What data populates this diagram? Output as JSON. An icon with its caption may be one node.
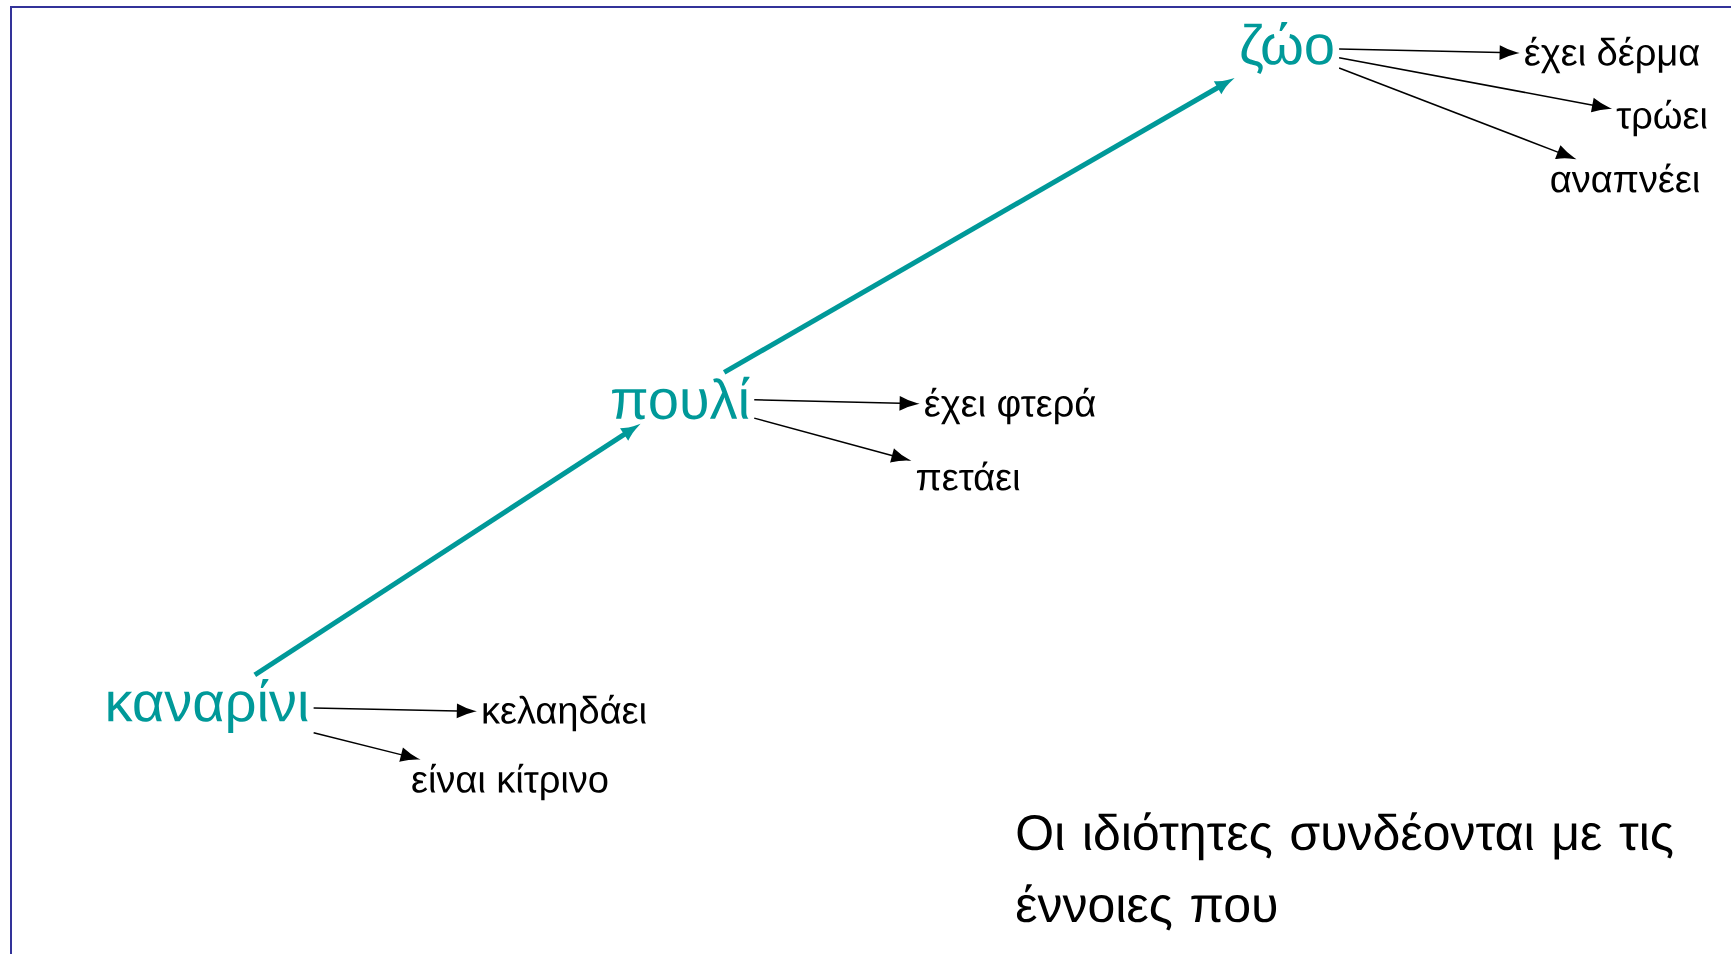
{
  "diagram": {
    "nodes": [
      {
        "text": [
          "ζώο"
        ]
      },
      {
        "text": [
          "έχει δέρμα"
        ]
      },
      {
        "text": [
          "τρώει"
        ]
      },
      {
        "text": [
          "αναπνέει"
        ]
      },
      {
        "text": [
          "πουλί"
        ]
      },
      {
        "text": [
          "έχει φτερά"
        ]
      },
      {
        "text": [
          "πετάει"
        ]
      },
      {
        "text": [
          "καναρίνι"
        ]
      },
      {
        "text": [
          "κελαηδάει"
        ]
      },
      {
        "text": [
          "είναι κίτρινο"
        ]
      }
    ],
    "edges": [
      {
        "from": 0,
        "to": 1,
        "arrow": "to"
      },
      {
        "from": 0,
        "to": 2,
        "arrow": "to"
      },
      {
        "from": 0,
        "to": 3,
        "arrow": "to"
      },
      {
        "from": 4,
        "to": 0,
        "arrow": "to",
        "style": "thick",
        "color": "#009999"
      },
      {
        "from": 4,
        "to": 5,
        "arrow": "to"
      },
      {
        "from": 4,
        "to": 6,
        "arrow": "to"
      },
      {
        "from": 7,
        "to": 4,
        "arrow": "to",
        "style": "thick",
        "color": "#009999"
      },
      {
        "from": 7,
        "to": 8,
        "arrow": "to"
      },
      {
        "from": 7,
        "to": 9,
        "arrow": "to"
      }
    ],
    "labels": [
      "Οι ιδιότητες συνδέονται με τις έννοιες που"
    ]
  }
}
